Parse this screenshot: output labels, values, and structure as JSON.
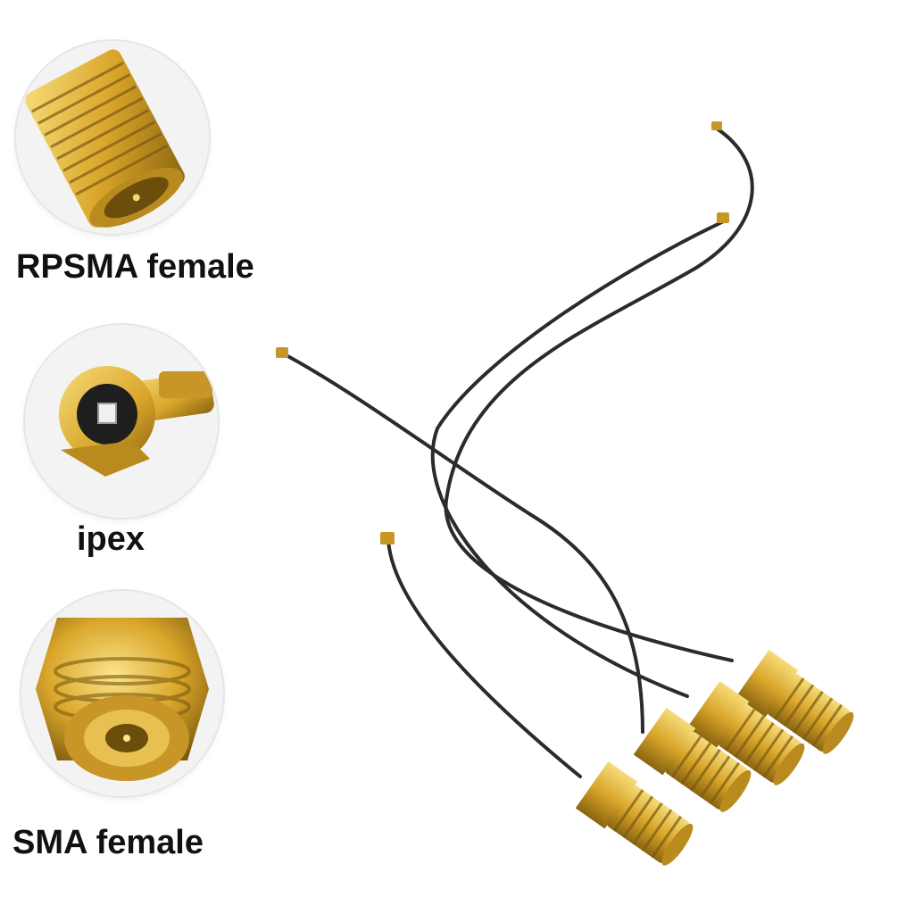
{
  "connectors": [
    {
      "label": "RPSMA female",
      "icon": "rpsma-female-connector-icon"
    },
    {
      "label": "ipex",
      "icon": "ipex-connector-icon"
    },
    {
      "label": "SMA female",
      "icon": "sma-female-connector-icon"
    }
  ],
  "colors": {
    "gold": "#d9a62a",
    "gold_light": "#f5d66e",
    "gold_dark": "#8a6410",
    "cable": "#2b2b2b",
    "background": "#ffffff"
  },
  "cable_count": 4
}
